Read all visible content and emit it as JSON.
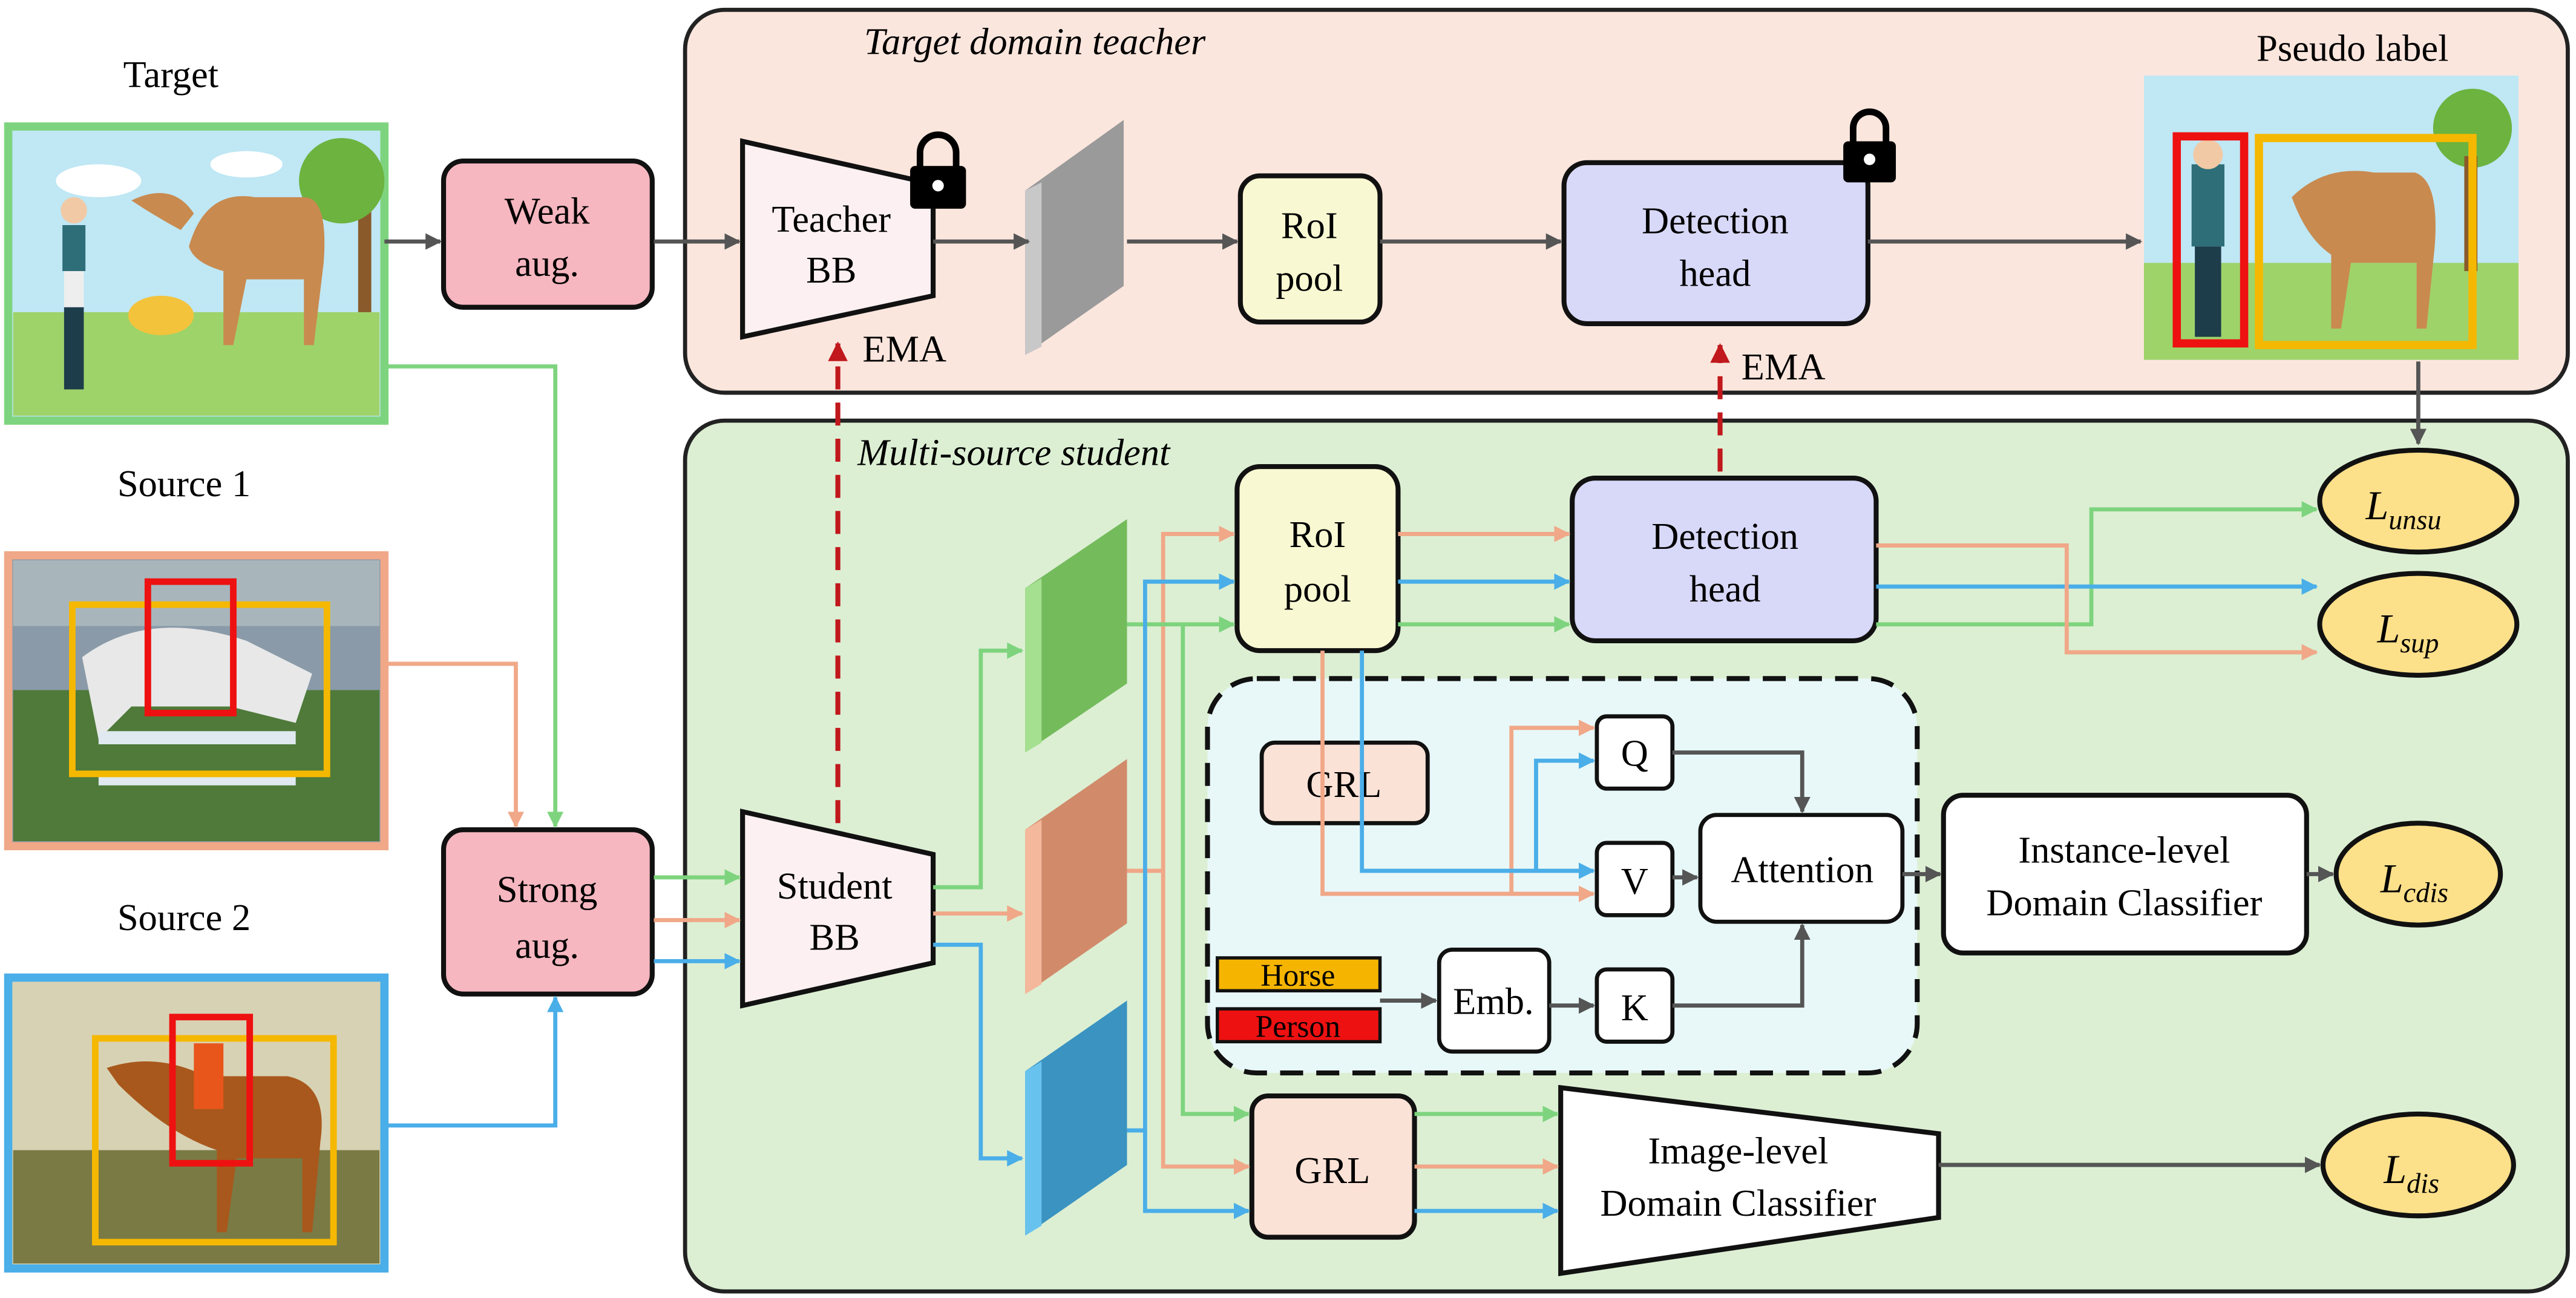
{
  "colors": {
    "teacher_panel_fill": "#fbe6dd",
    "student_panel_fill": "#dcefd3",
    "attention_panel_fill": "#e8f8f8",
    "aug_fill": "#f6b7c0",
    "roi_fill": "#f8f8d2",
    "head_fill": "#d8d8f8",
    "grl_fill": "#fbe2d6",
    "bb_fill": "#fdf0f2",
    "loss_fill": "#fde08a",
    "target_green": "#7ed47e",
    "source1_orange": "#f0a888",
    "source2_blue": "#4aaee8",
    "ema_red": "#c0181c",
    "gray_arrow": "#555555",
    "bbox_red": "#ee1111",
    "bbox_yellow": "#f5b800"
  },
  "teacher": {
    "title": "Target domain teacher",
    "backbone": [
      "Teacher",
      "BB"
    ],
    "roi": [
      "RoI",
      "pool"
    ],
    "head": [
      "Detection",
      "head"
    ],
    "pseudo_label": "Pseudo label",
    "lock_icon": "lock-icon"
  },
  "student": {
    "title": "Multi-source student",
    "backbone": [
      "Student",
      "BB"
    ],
    "roi": [
      "RoI",
      "pool"
    ],
    "head": [
      "Detection",
      "head"
    ],
    "grl_instance": "GRL",
    "grl_image": "GRL",
    "q": "Q",
    "v": "V",
    "k": "K",
    "attention": "Attention",
    "emb": "Emb.",
    "tag_horse": "Horse",
    "tag_person": "Person",
    "instance_classifier": [
      "Instance-level",
      "Domain Classifier"
    ],
    "image_classifier": [
      "Image-level",
      "Domain Classifier"
    ]
  },
  "inputs": {
    "target": "Target",
    "source1": "Source 1",
    "source2": "Source 2",
    "weak_aug": [
      "Weak",
      "aug."
    ],
    "strong_aug": [
      "Strong",
      "aug."
    ]
  },
  "ema": {
    "label_left": "EMA",
    "label_right": "EMA"
  },
  "losses": {
    "unsu": {
      "base": "L",
      "sub": "unsu"
    },
    "sup": {
      "base": "L",
      "sub": "sup"
    },
    "cdis": {
      "base": "L",
      "sub": "cdis"
    },
    "dis": {
      "base": "L",
      "sub": "dis"
    }
  }
}
